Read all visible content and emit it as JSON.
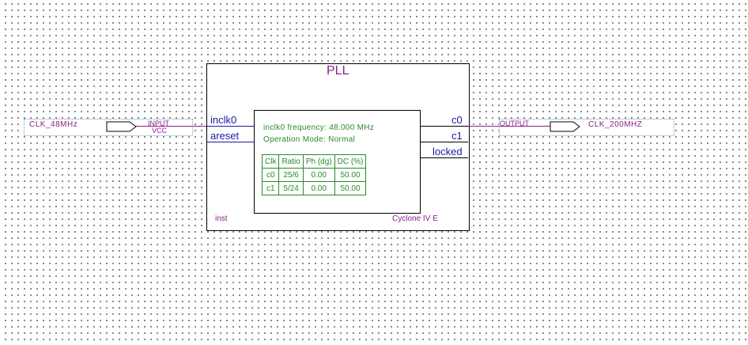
{
  "input_pin": {
    "name": "CLK_48MHz",
    "type": "INPUT",
    "default": "VCC"
  },
  "output_pin": {
    "name": "CLK_200MHZ",
    "type": "OUTPUT"
  },
  "block": {
    "title": "PLL",
    "instance": "inst",
    "family": "Cyclone IV E",
    "inputs": [
      "inclk0",
      "areset"
    ],
    "outputs": [
      "c0",
      "c1",
      "locked"
    ],
    "frequency_line": "inclk0 frequency: 48.000 MHz",
    "mode_line": "Operation Mode: Normal",
    "table": {
      "headers": [
        "Clk",
        "Ratio",
        "Ph (dg)",
        "DC (%)"
      ],
      "rows": [
        [
          "c0",
          "25/6",
          "0.00",
          "50.00"
        ],
        [
          "c1",
          "5/24",
          "0.00",
          "50.00"
        ]
      ]
    }
  },
  "colors": {
    "wire": "#8a1f8a",
    "port_wire": "#1a1aa6",
    "text_green": "#2a8a2a"
  }
}
